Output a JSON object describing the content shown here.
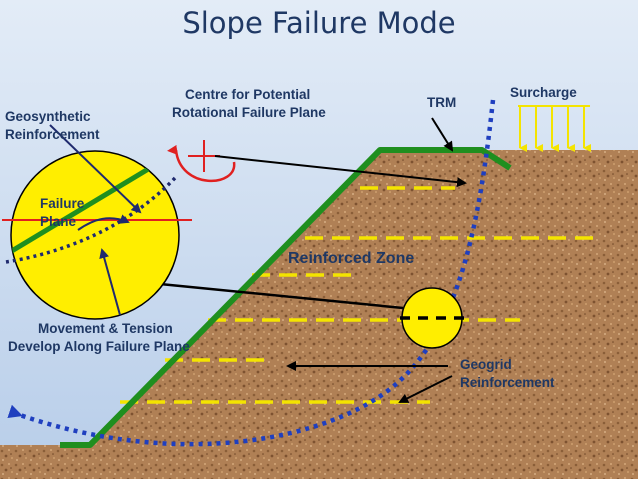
{
  "title": "Slope Failure Mode",
  "labels": {
    "centre": [
      "Centre for  Potential",
      "Rotational Failure Plane"
    ],
    "geosynthetic": [
      "Geosynthetic",
      "Reinforcement"
    ],
    "failure_plane": [
      "Failure",
      "Plane"
    ],
    "trm": "TRM",
    "surcharge": "Surcharge",
    "reinforced_zone": "Reinforced Zone",
    "movement": [
      "Movement & Tension",
      "Develop Along Failure Plane"
    ],
    "geogrid": [
      "Geogrid",
      "Reinforcement"
    ]
  },
  "colors": {
    "sky_top": "#dfe9f6",
    "sky_bottom": "#bcd0ea",
    "soil": "#b5865a",
    "slope_face": "#1f8f1f",
    "geogrid": "#f4e400",
    "failure_plane": "#1f3fbf",
    "detail_circle": "#ffee00",
    "label_text": "#1f3864",
    "rotation_marker": "#e02020",
    "surcharge_arrows": "#f4e400"
  }
}
